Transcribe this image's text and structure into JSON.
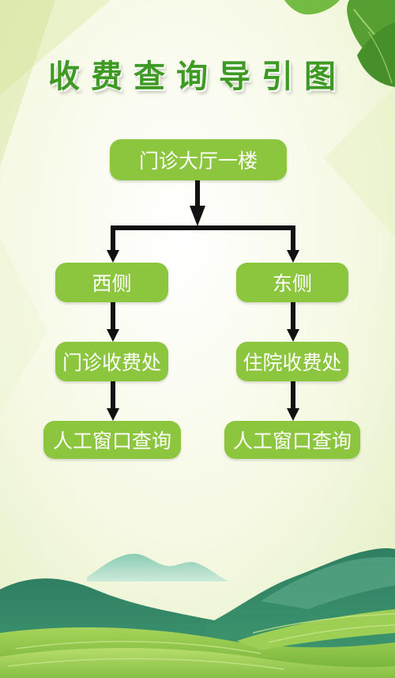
{
  "title": "收费查询导引图",
  "nodes": {
    "root": "门诊大厅一楼",
    "west": "西侧",
    "east": "东侧",
    "outpatient": "门诊收费处",
    "inpatient": "住院收费处",
    "manual_left": "人工窗口查询",
    "manual_right": "人工窗口查询"
  },
  "colors": {
    "node_fill": "#8cc63f",
    "title_text": "#3f9a23",
    "arrow": "#111111",
    "hill_dark": "#2f7f63",
    "field": "#8fc44a"
  }
}
